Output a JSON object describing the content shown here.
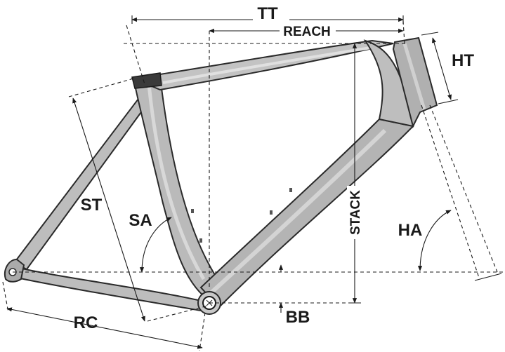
{
  "diagram": {
    "subject": "bicycle frame geometry",
    "labels": {
      "tt": "TT",
      "reach": "REACH",
      "ht": "HT",
      "st": "ST",
      "sa": "SA",
      "stack": "STACK",
      "ha": "HA",
      "bb": "BB",
      "rc": "RC"
    }
  },
  "colors": {
    "frame_fill": "#b9b9b9",
    "frame_highlight": "#d6d6d6",
    "frame_outline": "#2a2a2a",
    "lines": "#1a1a1a",
    "background": "#ffffff"
  }
}
